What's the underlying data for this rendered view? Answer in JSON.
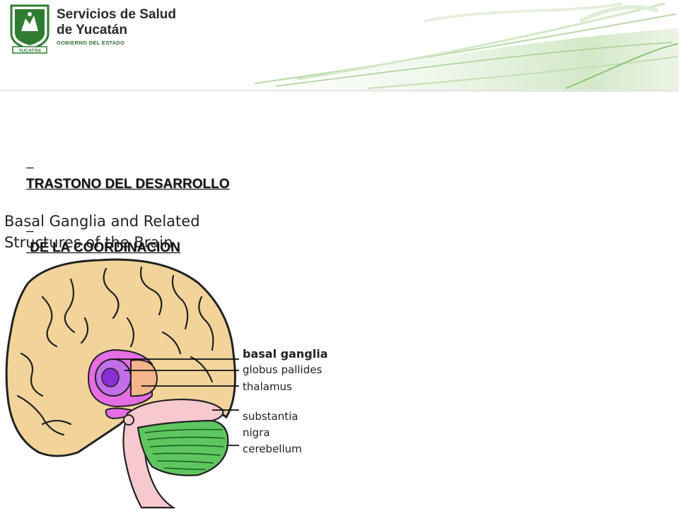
{
  "header": {
    "org_name_line1": "Servicios de Salud",
    "org_name_line2": "de Yucatán",
    "org_subtitle": "GOBIERNO DEL ESTADO",
    "emblem_text": "YUCATÁN",
    "colors": {
      "green_dark": "#2e7d32",
      "green_light": "#c5e3b5",
      "wave": "#dfeed6"
    }
  },
  "slide": {
    "title_line1": "TRASTONO DEL DESARROLLO",
    "title_line2": " DE LA COORDINACION"
  },
  "figure": {
    "title_line1": "Basal Ganglia and Related",
    "title_line2": "Structures of the Brain",
    "labels": {
      "basal_ganglia": "basal ganglia",
      "globus_pallides": "globus pallides",
      "thalamus": "thalamus",
      "substantia": "substantia",
      "nigra": "nigra",
      "cerebellum": "cerebellum"
    },
    "colors": {
      "cortex": "#f2d49b",
      "basal_ganglia": "#e56ee5",
      "globus": "#a54ce0",
      "thalamus": "#f5b58a",
      "brainstem": "#f6c9cf",
      "cerebellum": "#5fc65f"
    }
  }
}
